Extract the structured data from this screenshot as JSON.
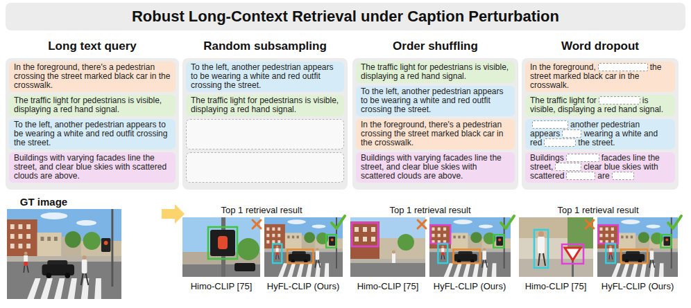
{
  "diagram": {
    "title": "Robust Long-Context Retrieval under Caption Perturbation",
    "nodes": [
      {
        "text": [
          "Long text query"
        ]
      },
      {
        "text": [
          "In the foreground, there's a pedestrian crossing the street marked black car in the crosswalk."
        ],
        "in": 0
      },
      {
        "text": [
          "The traffic light for pedestrians is visible, displaying a red hand signal."
        ],
        "in": 0
      },
      {
        "text": [
          "To the left, another pedestrian appears to be wearing a white and red outfit crossing the street."
        ],
        "in": 0
      },
      {
        "text": [
          "Buildings with varying facades line the street, and clear blue skies with scattered clouds are above."
        ],
        "in": 0
      },
      {
        "text": [
          "Random subsampling"
        ]
      },
      {
        "text": [
          "To the left, another pedestrian appears to be wearing a white and red outfit crossing the street."
        ],
        "in": 5
      },
      {
        "text": [
          "The traffic light for pedestrians is visible, displaying a red hand signal."
        ],
        "in": 5
      },
      {
        "text": [
          "Order shuffling"
        ]
      },
      {
        "text": [
          "The traffic light for pedestrians is visible, displaying a red hand signal."
        ],
        "in": 8
      },
      {
        "text": [
          "To the left, another pedestrian appears to be wearing a white and red outfit crossing the street."
        ],
        "in": 8
      },
      {
        "text": [
          "In the foreground, there's a pedestrian crossing the street marked black car in the crosswalk."
        ],
        "in": 8
      },
      {
        "text": [
          "Buildings with varying facades line the street, and clear blue skies with scattered clouds are above."
        ],
        "in": 8
      },
      {
        "text": [
          "Word dropout"
        ]
      },
      {
        "text": [
          "In the foreground,",
          "the street marked black car in the crosswalk."
        ],
        "in": 13
      },
      {
        "text": [
          "The traffic light for",
          "is visible, displaying a red hand signal."
        ],
        "in": 13
      },
      {
        "text": [
          "another pedestrian appears",
          "wearing a white and red",
          "the street."
        ],
        "in": 13
      },
      {
        "text": [
          "Buildings",
          "facades line the street,",
          "clear blue skies with scattered",
          "are"
        ],
        "in": 13
      }
    ],
    "labels": [
      "GT image",
      "Top 1 retrieval result",
      "Himo-CLIP [75]",
      "HyFL-CLIP (Ours)",
      "Top 1 retrieval result",
      "Himo-CLIP [75]",
      "HyFL-CLIP (Ours)",
      "Top 1 retrieval result",
      "Himo-CLIP [75]",
      "HyFL-CLIP (Ours)"
    ]
  }
}
